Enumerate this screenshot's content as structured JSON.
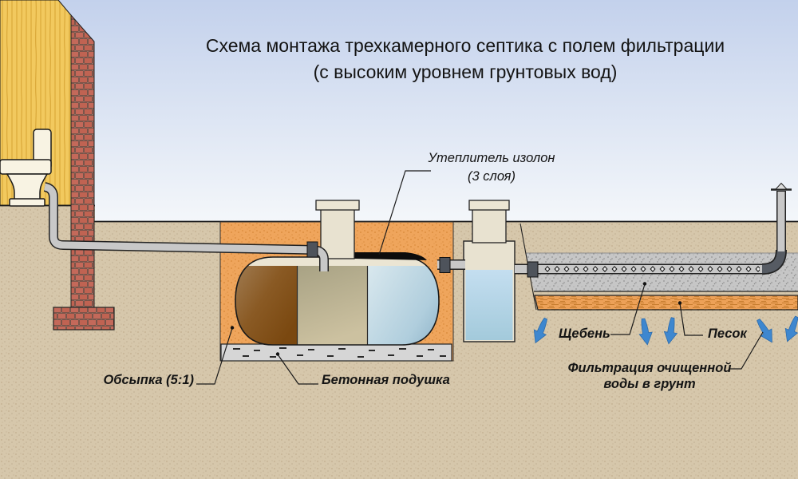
{
  "title": {
    "line1": "Схема монтажа трехкамерного септика с полем фильтрации",
    "line2": "(с высоким уровнем грунтовых вод)"
  },
  "callouts": {
    "insulation_line1": "Утеплитель изолон",
    "insulation_line2": "(3 слоя)",
    "backfill": "Обсыпка (5:1)",
    "concrete_pad": "Бетонная подушка",
    "gravel": "Щебень",
    "sand": "Песок",
    "filtration_line1": "Фильтрация очищенной",
    "filtration_line2": "воды в грунт"
  },
  "palette": {
    "sky_top": "#c3d1ec",
    "sky_bottom": "#f3f6fa",
    "soil": "#d6c7ab",
    "pit_backfill": "#efa55c",
    "gravel_layer": "#c6c6c6",
    "sand_layer": "#eda158",
    "brick": "#c4695a",
    "house_wall": "#f2c95e",
    "septic_chamber1": "#8a5a24",
    "septic_chamber2": "#b5ab8a",
    "septic_chamber3": "#b9d3e2",
    "well_water": "#b3d5e4",
    "pipe": "#c8c8c8",
    "flow_arrow": "#3e87cf",
    "insulation_strip": "#0c0c0c",
    "concrete": "#d6d6d6"
  }
}
